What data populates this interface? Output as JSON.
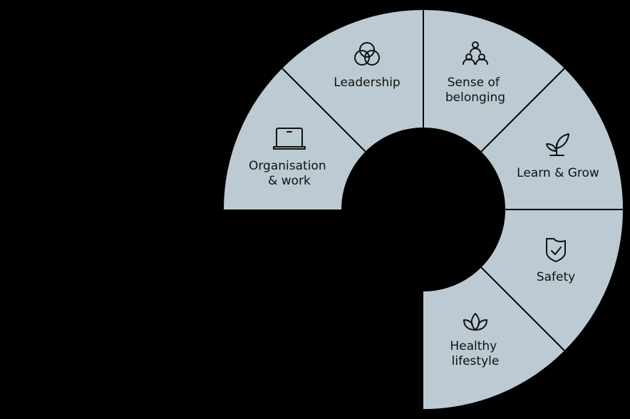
{
  "diagram": {
    "type": "segmented-ring",
    "colors": {
      "segment": "#bccbd3",
      "background": "#000000",
      "text": "#111111"
    },
    "segments": [
      {
        "id": "organisation",
        "icon": "laptop-icon",
        "lines": [
          "Organisation",
          "& work"
        ]
      },
      {
        "id": "leadership",
        "icon": "venn-circles-icon",
        "lines": [
          "Leadership"
        ]
      },
      {
        "id": "belonging",
        "icon": "people-network-icon",
        "lines": [
          "Sense of",
          "belonging"
        ]
      },
      {
        "id": "learn",
        "icon": "sprout-icon",
        "lines": [
          "Learn & Grow"
        ]
      },
      {
        "id": "safety",
        "icon": "shield-check-icon",
        "lines": [
          "Safety"
        ]
      },
      {
        "id": "healthy",
        "icon": "lotus-icon",
        "lines": [
          "Healthy",
          "lifestyle"
        ]
      }
    ]
  }
}
